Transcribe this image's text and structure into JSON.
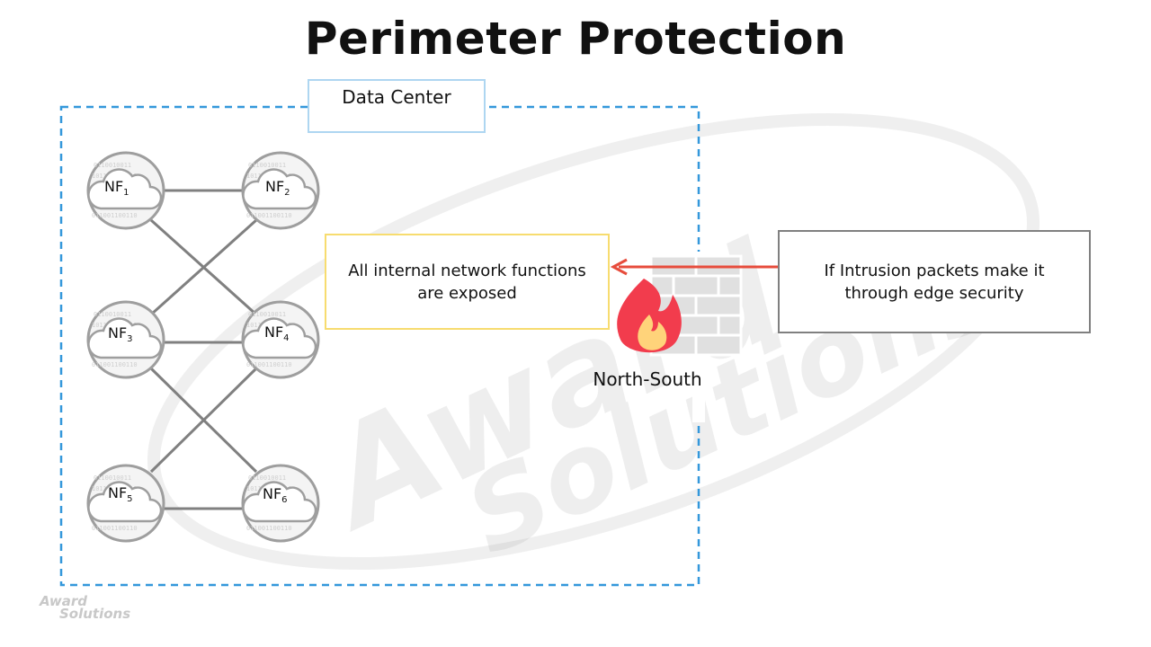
{
  "title": "Perimeter Protection",
  "data_center_label": "Data Center",
  "nodes": [
    {
      "name": "NF",
      "sub": "1"
    },
    {
      "name": "NF",
      "sub": "2"
    },
    {
      "name": "NF",
      "sub": "3"
    },
    {
      "name": "NF",
      "sub": "4"
    },
    {
      "name": "NF",
      "sub": "5"
    },
    {
      "name": "NF",
      "sub": "6"
    }
  ],
  "exposed_box_text": "All internal  network functions are exposed",
  "intrusion_box_text": "If Intrusion  packets make it through edge security",
  "firewall_label": "North-South",
  "watermark_line1": "Award",
  "watermark_line2": "Solutions",
  "colors": {
    "dc_border": "#3498db",
    "dc_label_border": "#aed6f1",
    "exposed_border": "#f7dc6f",
    "intrusion_border": "#808080",
    "arrow": "#e74c3c",
    "node_stroke": "#9e9e9e"
  }
}
